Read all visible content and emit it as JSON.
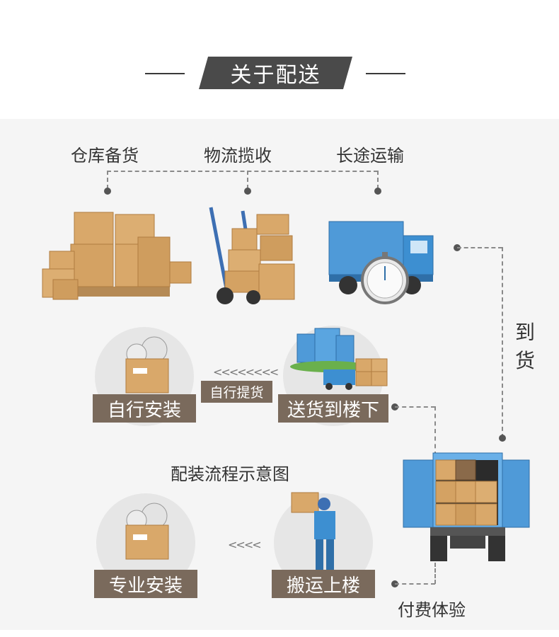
{
  "header": {
    "title": "关于配送"
  },
  "steps": {
    "warehouse": "仓库备货",
    "pickup": "物流揽收",
    "transport": "长途运输"
  },
  "arrival": {
    "char1": "到",
    "char2": "货"
  },
  "self_install": {
    "label": "自行安装"
  },
  "self_pickup": {
    "label": "自行提货",
    "chevrons": "<<<<<<<<"
  },
  "deliver_downstairs": {
    "label": "送货到楼下"
  },
  "diagram_title": "配装流程示意图",
  "pro_install": {
    "label": "专业安装"
  },
  "carry_upstairs": {
    "label": "搬运上楼",
    "chevrons": "<<<<"
  },
  "paid_experience": "付费体验",
  "colors": {
    "tag_bg": "#7a6a5c",
    "header_bg": "#4a4a4a",
    "box": "#d9a86a",
    "truck_blue": "#3d8fd1"
  }
}
